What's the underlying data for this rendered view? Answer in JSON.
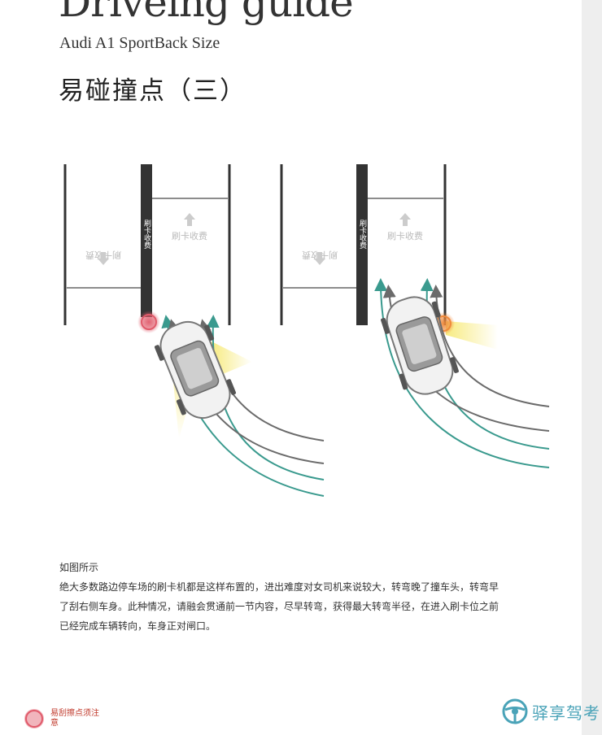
{
  "header": {
    "title": "Driveing guide",
    "subtitle": "Audi A1 SportBack Size"
  },
  "section_title": "易碰撞点（三）",
  "diagram": {
    "booth_label": "刷卡收费",
    "lane_exit_label": "刷卡收费",
    "lane_entry_label": "刷卡收费",
    "colors": {
      "car_path_green": "#3a9a8e",
      "car_path_grey": "#6b6b6b",
      "danger_red": "#e05a6a",
      "danger_orange": "#f08a3c",
      "light_beam": "#f7ea7a"
    }
  },
  "description": {
    "heading": "如图所示",
    "body": "绝大多数路边停车场的刷卡机都是这样布置的，进出难度对女司机来说较大，转弯晚了撞车头，转弯早了刮右侧车身。此种情况，请融会贯通前一节内容，尽早转弯，获得最大转弯半径，在进入刷卡位之前已经完成车辆转向，车身正对闸口。"
  },
  "legend": {
    "label": "易刮擦点须注意",
    "icon": "danger-circle-icon"
  },
  "watermark": {
    "text": "驿享驾考",
    "icon": "steering-wheel-icon"
  }
}
